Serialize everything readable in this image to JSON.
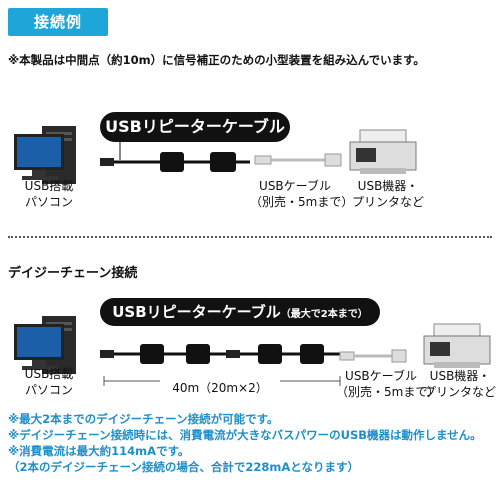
{
  "header": {
    "tag": "接続例",
    "note": "※本製品は中間点（約10m）に信号補正のための小型装置を組み込んでいます。"
  },
  "section1": {
    "cable_title": "USBリピーターケーブル",
    "pc_label_1": "USB搭載",
    "pc_label_2": "パソコン",
    "usb_cable_label_1": "USBケーブル",
    "usb_cable_label_2": "（別売・5mまで）",
    "device_label_1": "USB機器・",
    "device_label_2": "プリンタなど"
  },
  "section2": {
    "heading": "デイジーチェーン接続",
    "cable_title": "USBリピーターケーブル",
    "cable_title_sub": "（最大で2本まで）",
    "pc_label_1": "USB搭載",
    "pc_label_2": "パソコン",
    "length_label": "40m（20m×2）",
    "usb_cable_label_1": "USBケーブル",
    "usb_cable_label_2": "（別売・5mまで）",
    "device_label_1": "USB機器・",
    "device_label_2": "プリンタなど"
  },
  "footnotes": [
    "※最大2本までのデイジーチェーン接続が可能です。",
    "※デイジーチェーン接続時には、消費電流が大きなバスパワーのUSB機器は動作しません。",
    "※消費電流は最大約114mAです。",
    "（2本のデイジーチェーン接続の場合、合計で228mAとなります）"
  ],
  "colors": {
    "accent": "#1ea6d8",
    "footnote": "#1e8fc8"
  }
}
